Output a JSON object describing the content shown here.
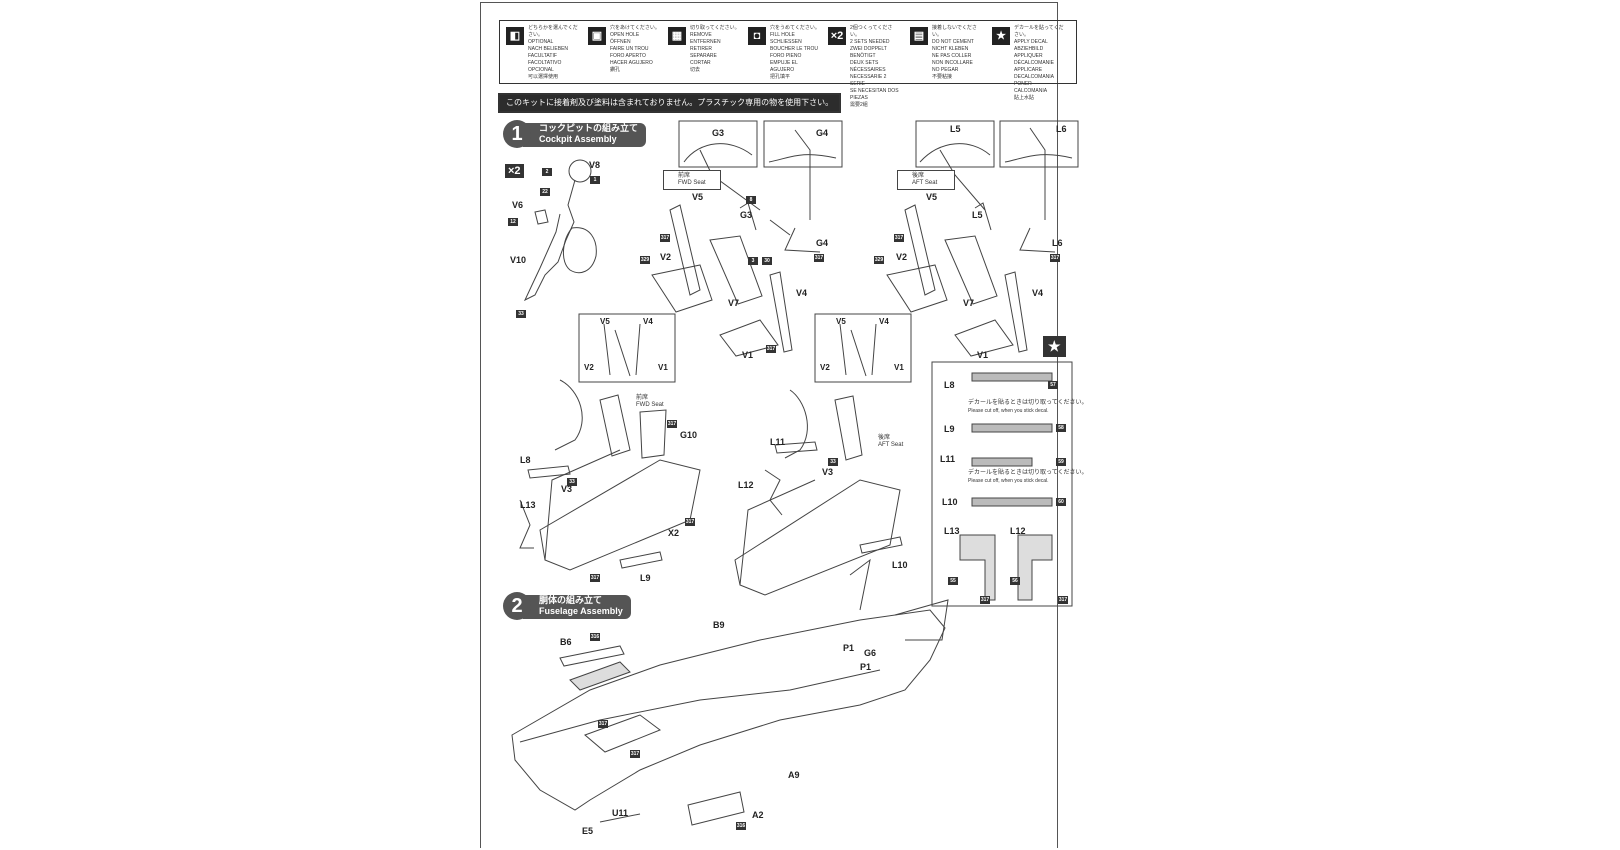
{
  "legend": [
    {
      "icon": "optional-icon",
      "glyph": "◧",
      "text": "どちらかを選んでください。\nOPTIONAL\nNACH BELIEBEN\nFACULTATIF\nFACOLTATIVO\nOPCIONAL\n可以選擇使用"
    },
    {
      "icon": "open-hole-icon",
      "glyph": "▣",
      "text": "穴をあけてください。\nOPEN HOLE\nÖFFNEN\nFAIRE UN TROU\nFORO APERTO\nHACER AGUJERO\n鑽孔"
    },
    {
      "icon": "remove-icon",
      "glyph": "▦",
      "text": "切り取ってください。\nREMOVE\nENTFERNEN\nRETIRER\nSEPARARE\nCORTAR\n切去"
    },
    {
      "icon": "fill-hole-icon",
      "glyph": "◘",
      "text": "穴をうめてください。\nFILL HOLE\nSCHLIESSEN\nBOUCHER LE TROU\nFORO PIENO\nEMPUJE EL AGUJERO\n把孔填平"
    },
    {
      "icon": "two-sets-icon",
      "glyph": "×2",
      "text": "2個つくってください。\n2 SETS NEEDED\nZWEI DOPPELT BENÖTIGT\nDEUX SETS NÉCESSAIRES\nNECESSARIE 2 SERIE\nSE NECESITAN DOS PIEZAS\n需要2組"
    },
    {
      "icon": "do-not-cement-icon",
      "glyph": "▤",
      "text": "接着しないでください。\nDO NOT CEMENT\nNICHT KLEBEN\nNE PAS COLLER\nNON INCOLLARE\nNO PEGAR\n不要粘接"
    },
    {
      "icon": "apply-decal-icon",
      "glyph": "★",
      "text": "デカールを貼ってください。\nAPPLY DECAL\nABZIEHBILD\nAPPLIQUER DÉCALCOMANIE\nAPPLICARE DECALCOMANIA\nPONER CALCOMANIA\n貼上水貼"
    }
  ],
  "note": "このキットに接着剤及び塗料は含まれておりません。プラスチック専用の物を使用下さい。",
  "step1": {
    "number": "1",
    "title_jp": "コックピットの組み立て",
    "title_en": "Cockpit Assembly",
    "multiplier": "×2"
  },
  "step2": {
    "number": "2",
    "title_jp": "胴体の組み立て",
    "title_en": "Fuselage Assembly"
  },
  "fwd_seat": {
    "jp": "前席",
    "en": "FWD Seat"
  },
  "aft_seat": {
    "jp": "後席",
    "en": "AFT Seat"
  },
  "decal_note": {
    "jp": "デカールを貼るときは切り取ってください。",
    "en": "Please cut off, when you stick decal."
  },
  "labels": {
    "V8": "V8",
    "V6": "V6",
    "V10": "V10",
    "G3": "G3",
    "G4": "G4",
    "L5": "L5",
    "L6": "L6",
    "V5": "V5",
    "V2": "V2",
    "V7": "V7",
    "V4": "V4",
    "V1": "V1",
    "G10": "G10",
    "L8": "L8",
    "V3": "V3",
    "L13": "L13",
    "X2": "X2",
    "L9": "L9",
    "L11": "L11",
    "L12": "L12",
    "L10": "L10",
    "B9": "B9",
    "B6": "B6",
    "P1": "P1",
    "G6": "G6",
    "A9": "A9",
    "U11": "U11",
    "A2": "A2",
    "E5": "E5"
  },
  "part_numbers": {
    "p317": "317",
    "p329": "329",
    "p318": "318",
    "p8": "8",
    "p1": "1",
    "p2": "2",
    "p33": "33",
    "p3": "3",
    "p30": "30",
    "p12": "12",
    "p22": "22",
    "p56": "56",
    "p55": "55",
    "p57": "57",
    "p58": "58",
    "p59": "59",
    "p60": "60",
    "p36": "36",
    "p316": "316"
  }
}
